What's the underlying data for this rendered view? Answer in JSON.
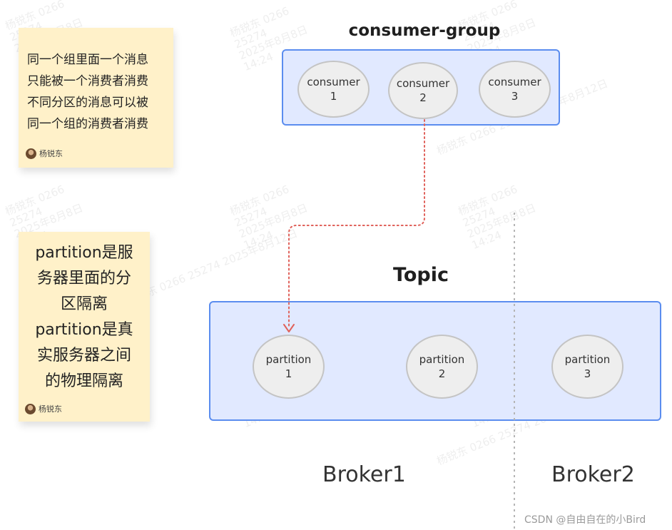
{
  "notes": [
    {
      "lines": [
        "同一个组里面一个消息",
        "只能被一个消费者消费",
        "不同分区的消息可以被",
        "同一个组的消费者消费"
      ],
      "author": "杨锐东"
    },
    {
      "lines": [
        "partition是服",
        "务器里面的分",
        "区隔离",
        "partition是真",
        "实服务器之间",
        "的物理隔离"
      ],
      "author": "杨锐东"
    }
  ],
  "consumer_group": {
    "title": "consumer-group",
    "consumers": [
      {
        "name": "consumer",
        "index": "1"
      },
      {
        "name": "consumer",
        "index": "2"
      },
      {
        "name": "consumer",
        "index": "3"
      }
    ]
  },
  "topic": {
    "title": "Topic",
    "partitions": [
      {
        "name": "partition",
        "index": "1"
      },
      {
        "name": "partition",
        "index": "2"
      },
      {
        "name": "partition",
        "index": "3"
      }
    ]
  },
  "brokers": [
    "Broker1",
    "Broker2"
  ],
  "footer": "CSDN @自由自在的小Bird",
  "colors": {
    "sticky": "#fff1c9",
    "box_fill": "#e1e9ff",
    "box_border": "#5b8def",
    "node_fill": "#eeeeee",
    "arrow": "#e0625b",
    "divider": "#b5b5b5"
  }
}
